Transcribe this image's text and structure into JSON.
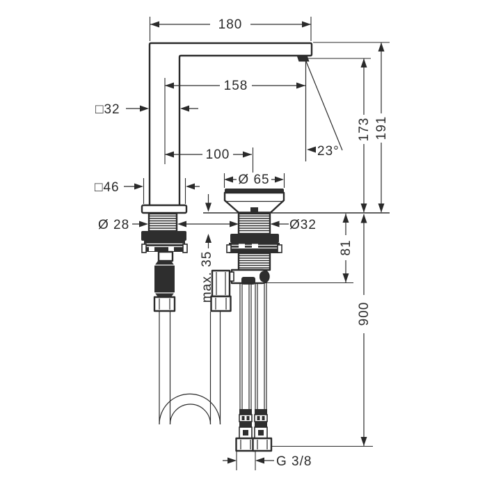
{
  "drawing": {
    "kind": "faucet-installation-dimension-drawing",
    "labels": {
      "total_width": "180",
      "spout_reach": "158",
      "hole_spacing": "100",
      "spout_profile": "□32",
      "base_width": "□46",
      "spout_shank_dia": "Ø 28",
      "handle_dia": "Ø 65",
      "valve_shank_dia": "Ø32",
      "spray_angle": "23°",
      "spout_height": "173",
      "total_height": "191",
      "max_deck_thickness": "max. 35",
      "below_deck_height": "81",
      "hose_length": "900",
      "connection_thread": "G 3/8"
    }
  }
}
